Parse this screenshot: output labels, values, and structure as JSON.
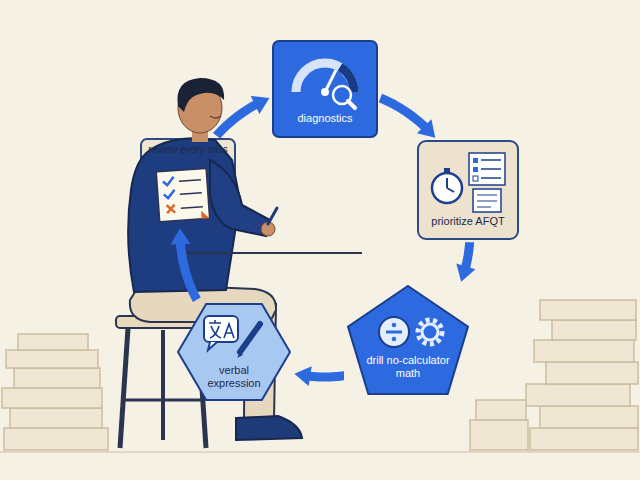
{
  "diagram": {
    "nodes": [
      {
        "text": [
          "diagnostics"
        ]
      },
      {
        "text": [
          "prioritize AFQT"
        ]
      },
      {
        "text": [
          "drill no-calculator math"
        ]
      },
      {
        "text": [
          "verbal expression"
        ]
      },
      {
        "text": [
          "review every miss"
        ]
      }
    ],
    "edges": [
      {
        "from": 0,
        "to": 1,
        "arrow": "to"
      },
      {
        "from": 1,
        "to": 2,
        "arrow": "to"
      },
      {
        "from": 2,
        "to": 3,
        "arrow": "to"
      },
      {
        "from": 3,
        "to": 4,
        "arrow": "to"
      },
      {
        "from": 4,
        "to": 0,
        "arrow": "to"
      }
    ]
  }
}
